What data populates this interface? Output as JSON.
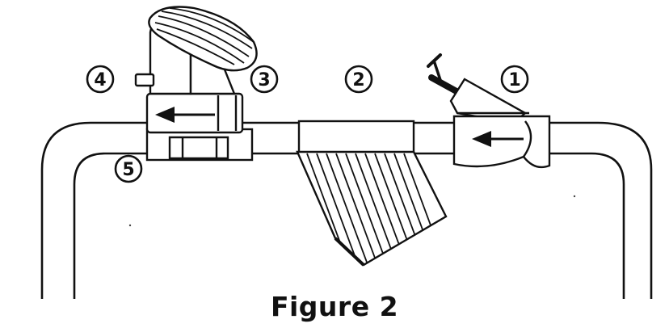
{
  "callouts": [
    "1",
    "2",
    "3",
    "4",
    "5"
  ],
  "caption": "Figure 2",
  "colors": {
    "ink": "#111111",
    "paper": "#ffffff"
  }
}
